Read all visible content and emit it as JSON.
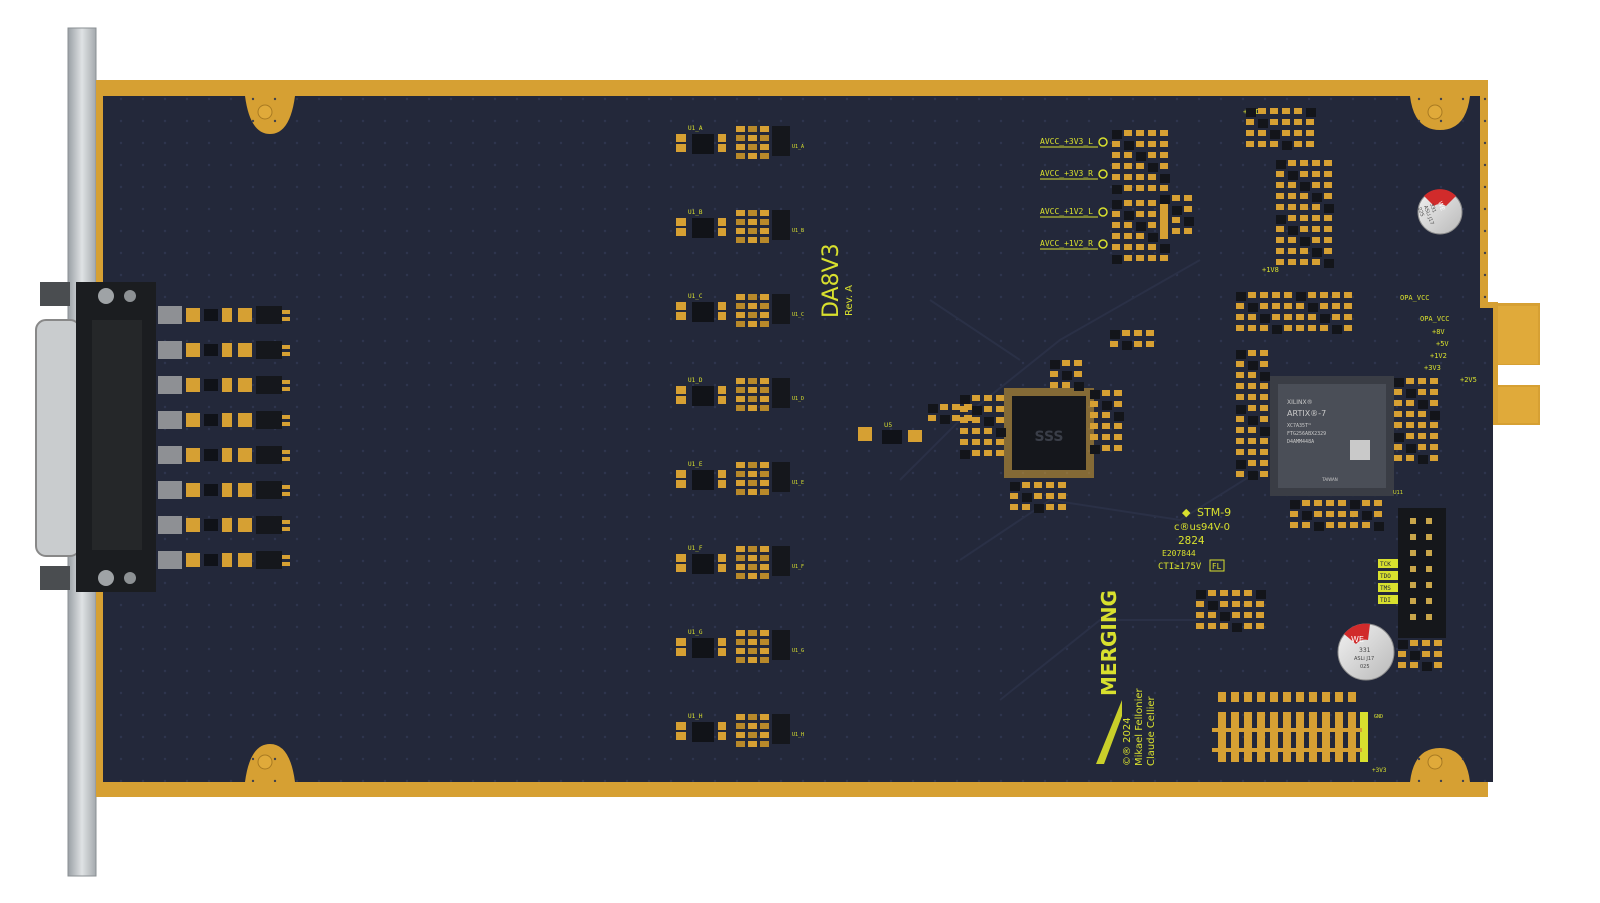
{
  "board": {
    "name": "DA8V3",
    "revision": "Rev. A",
    "brand": "MERGING",
    "copyright_year": "©® 2024",
    "designer_1": "Mikael Fellonier",
    "designer_2": "Claude Cellier"
  },
  "markings": {
    "stm": "STM-9",
    "ul_rating": "c®us94V-0",
    "date_code": "2824",
    "file_number": "E207844",
    "cti": "CTI≥175V",
    "fl": "FL"
  },
  "fpga": {
    "vendor": "XILINX®",
    "family": "ARTIX®-7",
    "part": "XC7A35T™",
    "lot": "FTG256ABX2329",
    "code": "D4AMM448A",
    "origin": "TAIWAN",
    "ref": "U11"
  },
  "rails": [
    {
      "label": "AVCC_+3V3_L"
    },
    {
      "label": "AVCC_+3V3_R"
    },
    {
      "label": "AVCC_+1V2_L"
    },
    {
      "label": "AVCC_+1V2_R"
    }
  ],
  "right_rails": [
    {
      "label": "OPA_VCC"
    },
    {
      "label": "OPA_VCC"
    },
    {
      "label": "+8V"
    },
    {
      "label": "+5V"
    },
    {
      "label": "+1V2"
    },
    {
      "label": "+3V3"
    },
    {
      "label": "+2V5"
    }
  ],
  "top_rail": "+5VD",
  "mid_rail": "+1V8",
  "bottom_rail": "+3V3",
  "gnd": "GND",
  "dac_channels": [
    {
      "ref": "U1_A",
      "id": "U1_A"
    },
    {
      "ref": "U1_B",
      "id": "U1_B"
    },
    {
      "ref": "U1_C",
      "id": "U1_C"
    },
    {
      "ref": "U1_D",
      "id": "U1_D"
    },
    {
      "ref": "U1_E",
      "id": "U1_E"
    },
    {
      "ref": "U1_F",
      "id": "U1_F"
    },
    {
      "ref": "U1_G",
      "id": "U1_G"
    },
    {
      "ref": "U1_H",
      "id": "U1_H"
    }
  ],
  "jtag": [
    "TCK",
    "TDO",
    "TMS",
    "TDI"
  ],
  "small_ref": "U5",
  "capacitors": [
    {
      "brand": "WE",
      "value": "331",
      "series": "ASLi J17",
      "voltage": "025"
    },
    {
      "brand": "WE",
      "value": "331",
      "series": "ASLi J17",
      "voltage": "025"
    }
  ],
  "colors": {
    "pcb": "#23283a",
    "gold": "#d6a033",
    "silk": "#d8e02e",
    "bracket": "#b8bcc0"
  }
}
